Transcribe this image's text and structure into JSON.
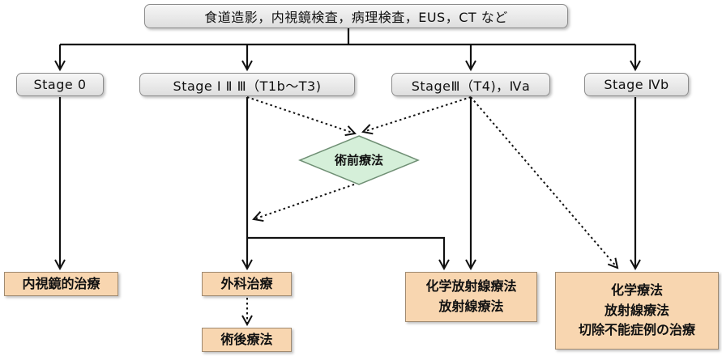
{
  "top": {
    "label": "食道造影，内視鏡検査，病理検査，EUS，CT など"
  },
  "stages": {
    "stage_0": "Stage 0",
    "stage_1_2_3": "Stage Ⅰ Ⅱ Ⅲ（T1b～T3)",
    "stage_3_4a": "StageⅢ（T4)，Ⅳa",
    "stage_4b": "Stage Ⅳb"
  },
  "preop": {
    "label": "術前療法"
  },
  "treatments": {
    "endoscopic": "内視鏡的治療",
    "surgery": "外科治療",
    "postop": "術後療法",
    "chemorad_lines": [
      "化学放射線療法",
      "放射線療法"
    ],
    "chemo_lines": [
      "化学療法",
      "放射線療法",
      "切除不能症例の治療"
    ]
  },
  "colors": {
    "stage_box_fill": "#e6e6e6",
    "treatment_box_fill": "#f8d6b0",
    "diamond_fill": "#d5efd9",
    "line": "#111111"
  }
}
